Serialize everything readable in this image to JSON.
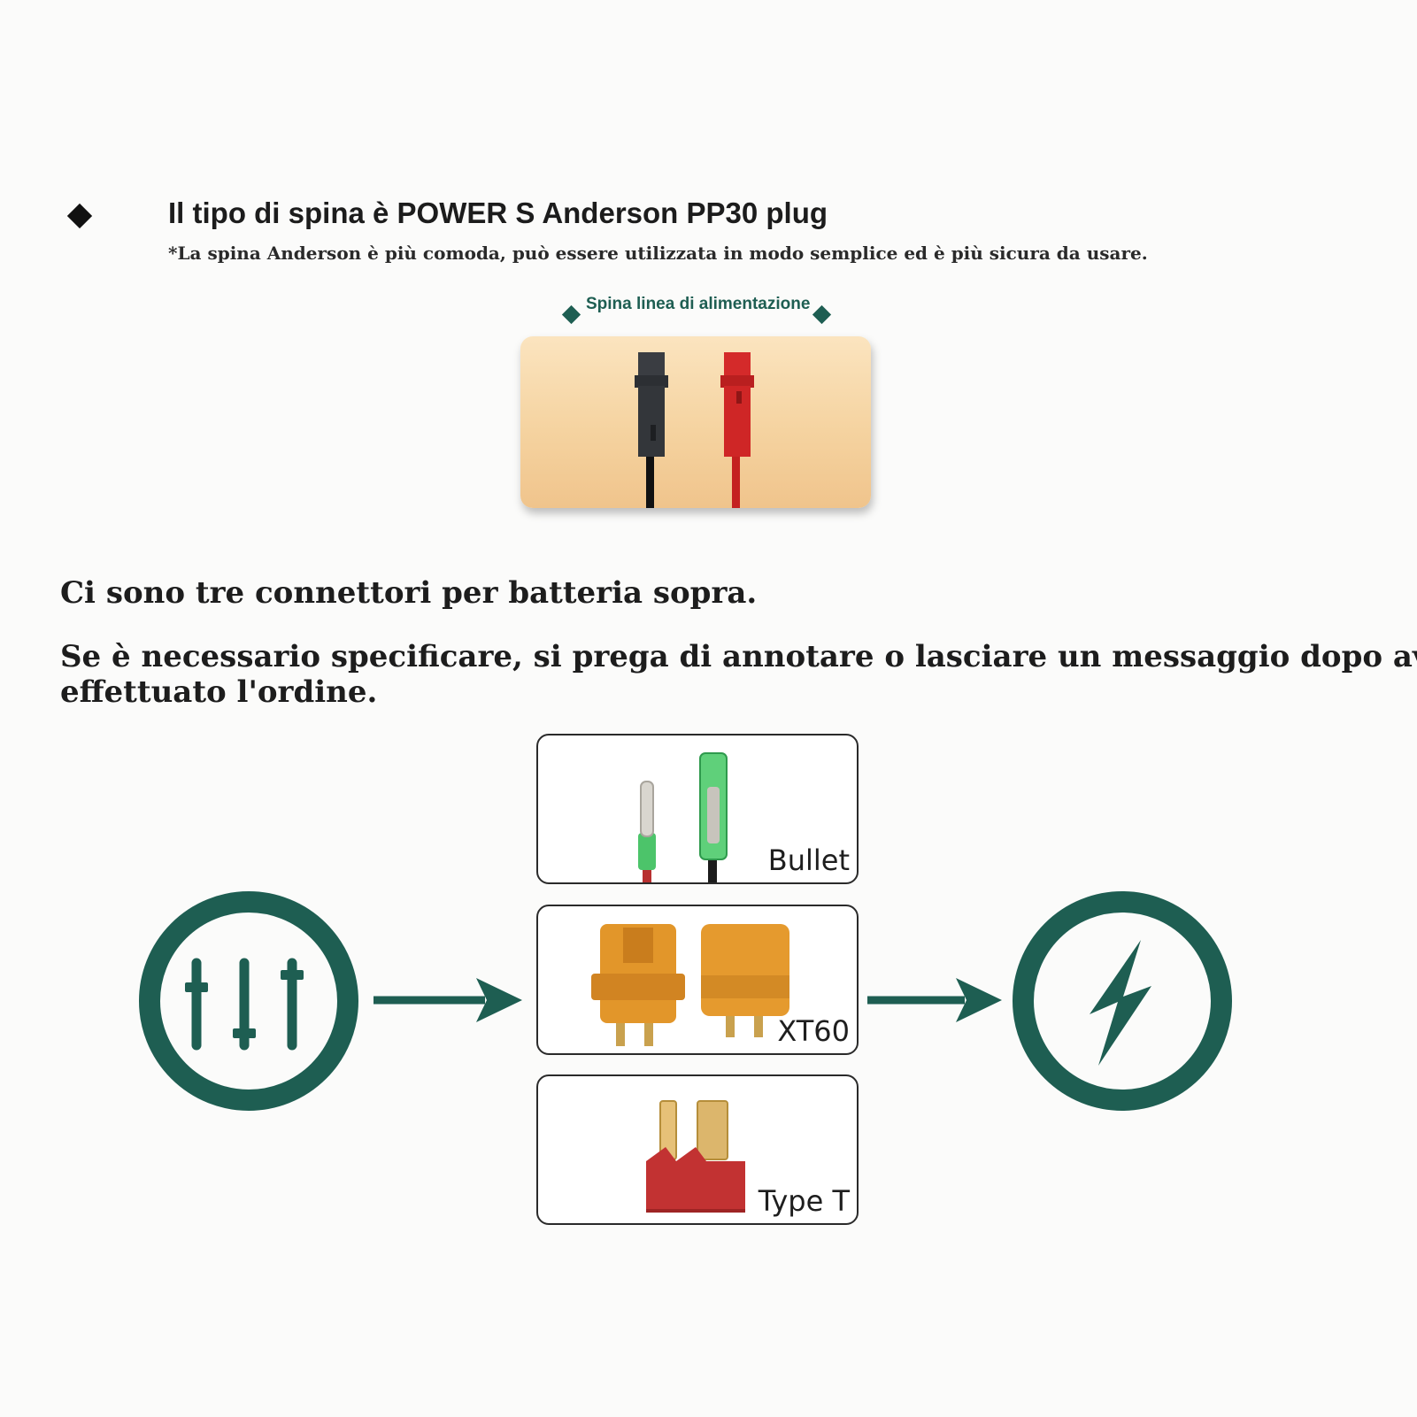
{
  "header": {
    "title": "Il tipo di spina è POWER S Anderson PP30 plug",
    "note": "*La spina Anderson è più comoda, può essere utilizzata in modo semplice ed è più sicura da usare."
  },
  "power_line": {
    "caption": "Spina linea di alimentazione"
  },
  "body": {
    "line1": "Ci sono tre connettori per batteria sopra.",
    "line2": "Se è necessario specificare, si prega di annotare o lasciare un messaggio dopo aver",
    "line3": "effettuato l'ordine."
  },
  "connectors": [
    {
      "label": "Bullet"
    },
    {
      "label": "XT60"
    },
    {
      "label": "Type T"
    }
  ],
  "icons": {
    "left": "sliders-icon",
    "right": "lightning-icon",
    "arrows": "arrow-right-icon"
  },
  "colors": {
    "accent": "#1e5e52",
    "text": "#1d1d1d"
  }
}
